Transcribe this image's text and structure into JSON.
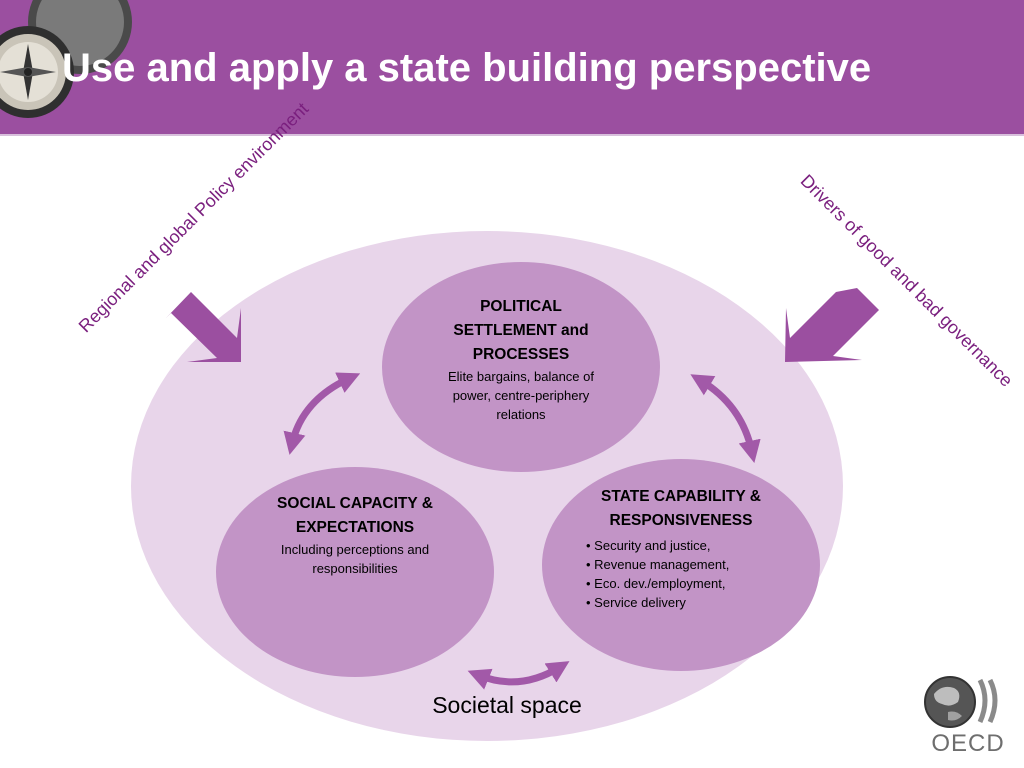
{
  "title": "Use and apply a state building perspective",
  "circles": {
    "political": {
      "heading": "POLITICAL SETTLEMENT and PROCESSES",
      "text": "Elite bargains, balance of power, centre-periphery relations"
    },
    "social": {
      "heading": "SOCIAL CAPACITY & EXPECTATIONS",
      "text": "Including perceptions and responsibilities"
    },
    "state": {
      "heading": "STATE CAPABILITY & RESPONSIVENESS",
      "items": [
        "Security and justice,",
        "Revenue management,",
        "Eco. dev./employment,",
        "Service delivery"
      ]
    }
  },
  "outer_ellipse_label": "Societal space",
  "external_inputs": {
    "left": "Regional and global Policy environment",
    "right": "Drivers of good and bad governance"
  },
  "logo": {
    "text": "OECD"
  },
  "colors": {
    "header": "#9b4fa0",
    "ellipse": "#e8d5ea",
    "circle": "#c294c6",
    "arrow": "#a259a8",
    "label_text": "#7a1f7e"
  }
}
